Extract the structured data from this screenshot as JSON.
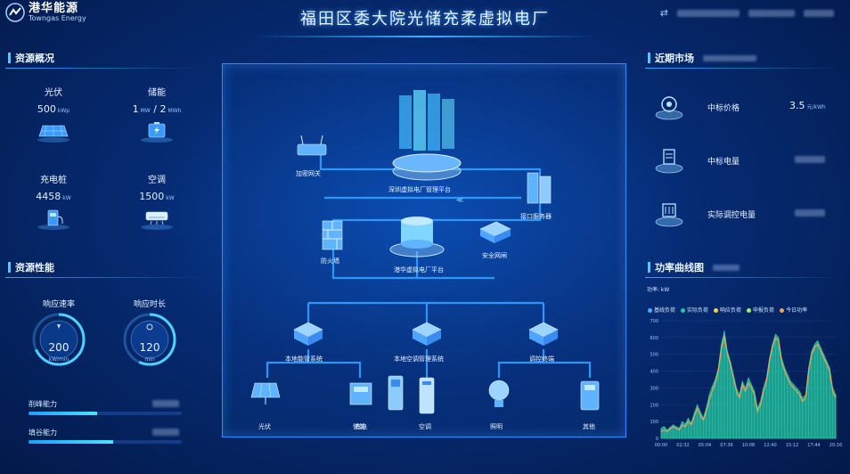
{
  "header": {
    "logo_cn": "港华能源",
    "logo_en": "Towngas Energy",
    "title": "福田区委大院光储充柔虚拟电厂"
  },
  "resource_overview": {
    "title": "资源概况",
    "items": [
      {
        "label": "光伏",
        "value": "500",
        "unit": "kWp",
        "icon": "solar-panel-icon"
      },
      {
        "label": "储能",
        "value": "1",
        "unit": "MW",
        "value2": "2",
        "unit2": "MWh",
        "icon": "battery-icon"
      },
      {
        "label": "充电桩",
        "value": "4458",
        "unit": "kW",
        "icon": "charger-icon"
      },
      {
        "label": "空调",
        "value": "1500",
        "unit": "kW",
        "icon": "air-conditioner-icon"
      }
    ]
  },
  "resource_performance": {
    "title": "资源性能",
    "gauges": [
      {
        "label": "响应速率",
        "value": "200",
        "unit": "kW/min"
      },
      {
        "label": "响应时长",
        "value": "120",
        "unit": "min"
      }
    ],
    "bars": [
      {
        "label": "削峰能力",
        "fill": 0.45
      },
      {
        "label": "填谷能力",
        "fill": 0.55
      }
    ]
  },
  "topology": {
    "nodes": {
      "platform_sz": "深圳虚拟电厂管理平台",
      "gateway": "加密网关",
      "interface_server": "接口服务器",
      "firewall": "防火墙",
      "platform_th": "港华虚拟电厂平台",
      "secure_gateway": "安全网闸",
      "local_energy": "本地能管系统",
      "local_ac": "本地空调管理系统",
      "control_terminal": "调控终端",
      "pv": "光伏",
      "storage": "储能",
      "charge": "充电",
      "ac": "空调",
      "lighting": "照明",
      "other": "其他"
    }
  },
  "market": {
    "title": "近期市场",
    "rows": [
      {
        "label": "中标价格",
        "value": "3.5",
        "unit": "元/kWh",
        "icon": "price-icon"
      },
      {
        "label": "中标电量",
        "value": "",
        "unit": "",
        "icon": "document-icon"
      },
      {
        "label": "实际调控电量",
        "value": "",
        "unit": "",
        "icon": "meter-icon"
      }
    ]
  },
  "power_curve": {
    "title": "功率曲线图",
    "unit_label": "功率: kW",
    "legend": [
      "基线负荷",
      "实际负荷",
      "响应负荷",
      "申报负荷",
      "今日功率"
    ]
  },
  "chart_data": {
    "type": "area",
    "ylabel": "功率: kW",
    "ylim": [
      0,
      700
    ],
    "y_ticks": [
      0,
      100,
      200,
      300,
      400,
      500,
      600,
      700
    ],
    "x_ticks": [
      "00:00",
      "02:32",
      "05:04",
      "07:36",
      "10:08",
      "12:40",
      "15:12",
      "17:44",
      "20:16"
    ],
    "series": [
      {
        "name": "实际负荷",
        "color": "#1fc8a0",
        "values": [
          60,
          70,
          50,
          65,
          80,
          70,
          60,
          100,
          85,
          120,
          90,
          150,
          200,
          160,
          120,
          180,
          260,
          310,
          350,
          420,
          560,
          640,
          520,
          460,
          380,
          300,
          260,
          340,
          300,
          360,
          320,
          280,
          180,
          220,
          300,
          360,
          480,
          560,
          620,
          600,
          480,
          420,
          380,
          340,
          320,
          300,
          280,
          240,
          260,
          420,
          520,
          560,
          580,
          540,
          500,
          460,
          420,
          300,
          260
        ]
      },
      {
        "name": "今日功率",
        "color": "#e8a25a",
        "values": [
          40,
          50,
          40,
          55,
          70,
          60,
          50,
          80,
          70,
          100,
          80,
          130,
          180,
          140,
          110,
          160,
          230,
          280,
          330,
          400,
          530,
          610,
          500,
          440,
          360,
          280,
          240,
          320,
          280,
          330,
          300,
          260,
          160,
          200,
          280,
          340,
          460,
          540,
          600,
          580,
          460,
          400,
          360,
          320,
          300,
          280,
          260,
          220,
          240,
          400,
          500,
          540,
          560,
          520,
          480,
          440,
          400,
          280,
          240
        ]
      }
    ]
  },
  "colors": {
    "accent": "#43d0ff",
    "area": "#1fc8a0",
    "line": "#e8a25a"
  }
}
